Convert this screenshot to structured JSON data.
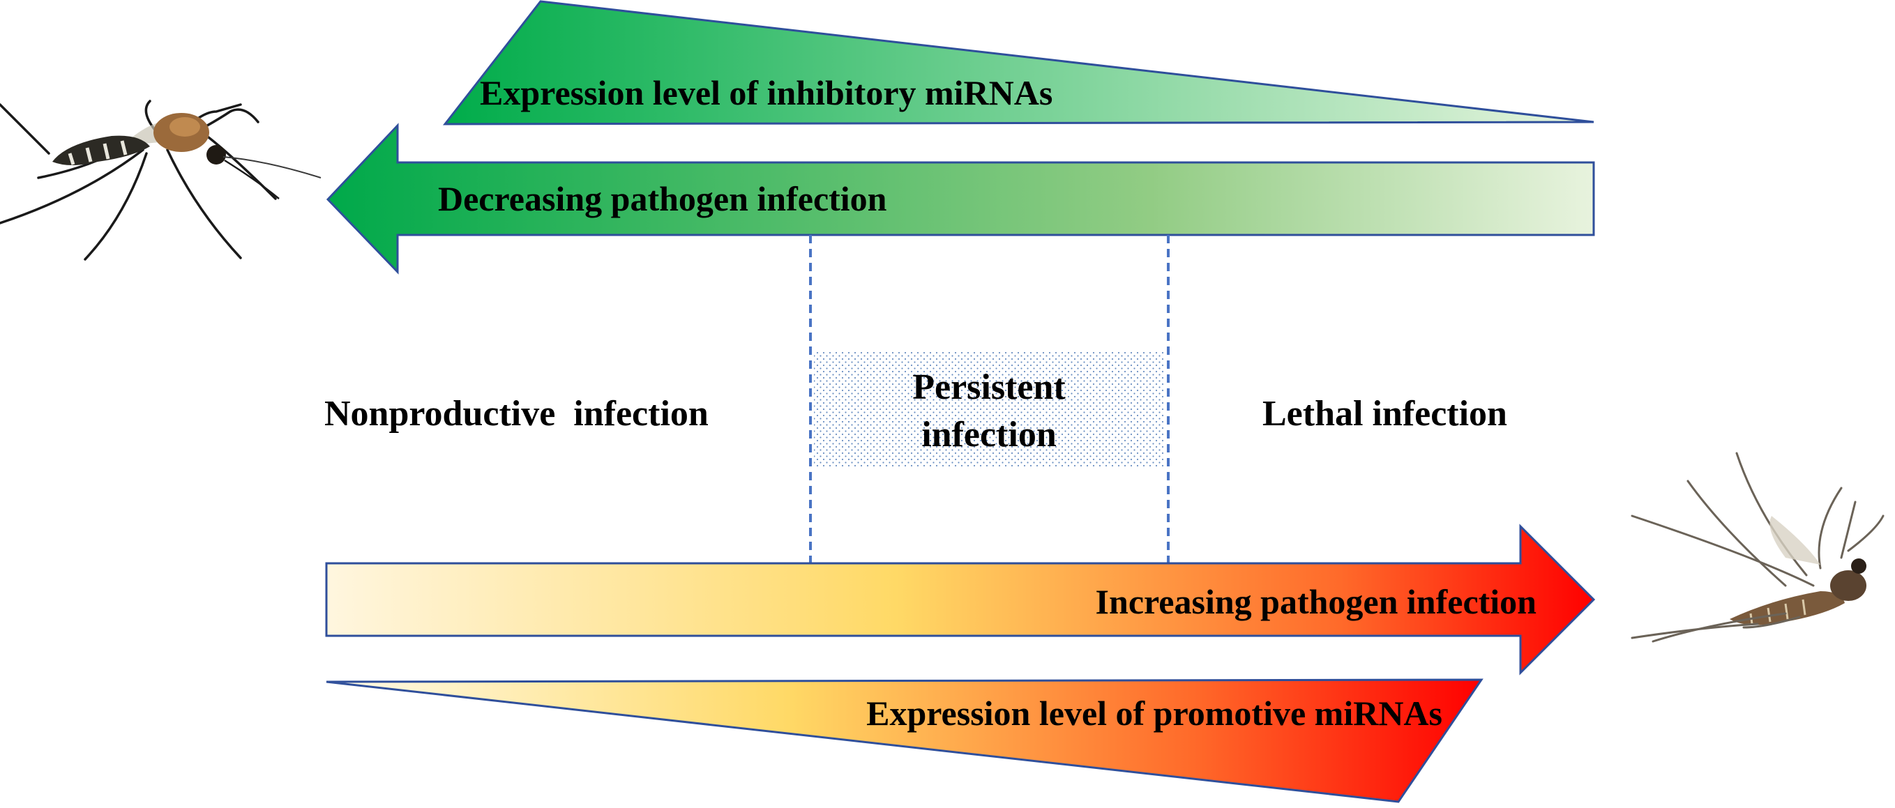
{
  "diagram": {
    "top_wedge": {
      "label": "Expression level of inhibitory miRNAs",
      "colors": [
        "#00ac4a",
        "#e9f5df"
      ]
    },
    "top_arrow": {
      "label": "Decreasing pathogen infection",
      "colors": [
        "#00a94a",
        "#e8f3de"
      ]
    },
    "zones": {
      "left": "Nonproductive  infection",
      "middle_line1": "Persistent",
      "middle_line2": "infection",
      "right": "Lethal infection"
    },
    "bottom_arrow": {
      "label": "Increasing pathogen infection",
      "colors": [
        "#fff6df",
        "#ffd966",
        "#ff0000"
      ]
    },
    "bottom_wedge": {
      "label": "Expression level of promotive miRNAs",
      "colors": [
        "#fffbea",
        "#ffd966",
        "#ff0000"
      ]
    },
    "outline_color": "#2f4f9b",
    "icons": {
      "left": "mosquito-icon",
      "right": "dead-mosquito-icon"
    }
  }
}
